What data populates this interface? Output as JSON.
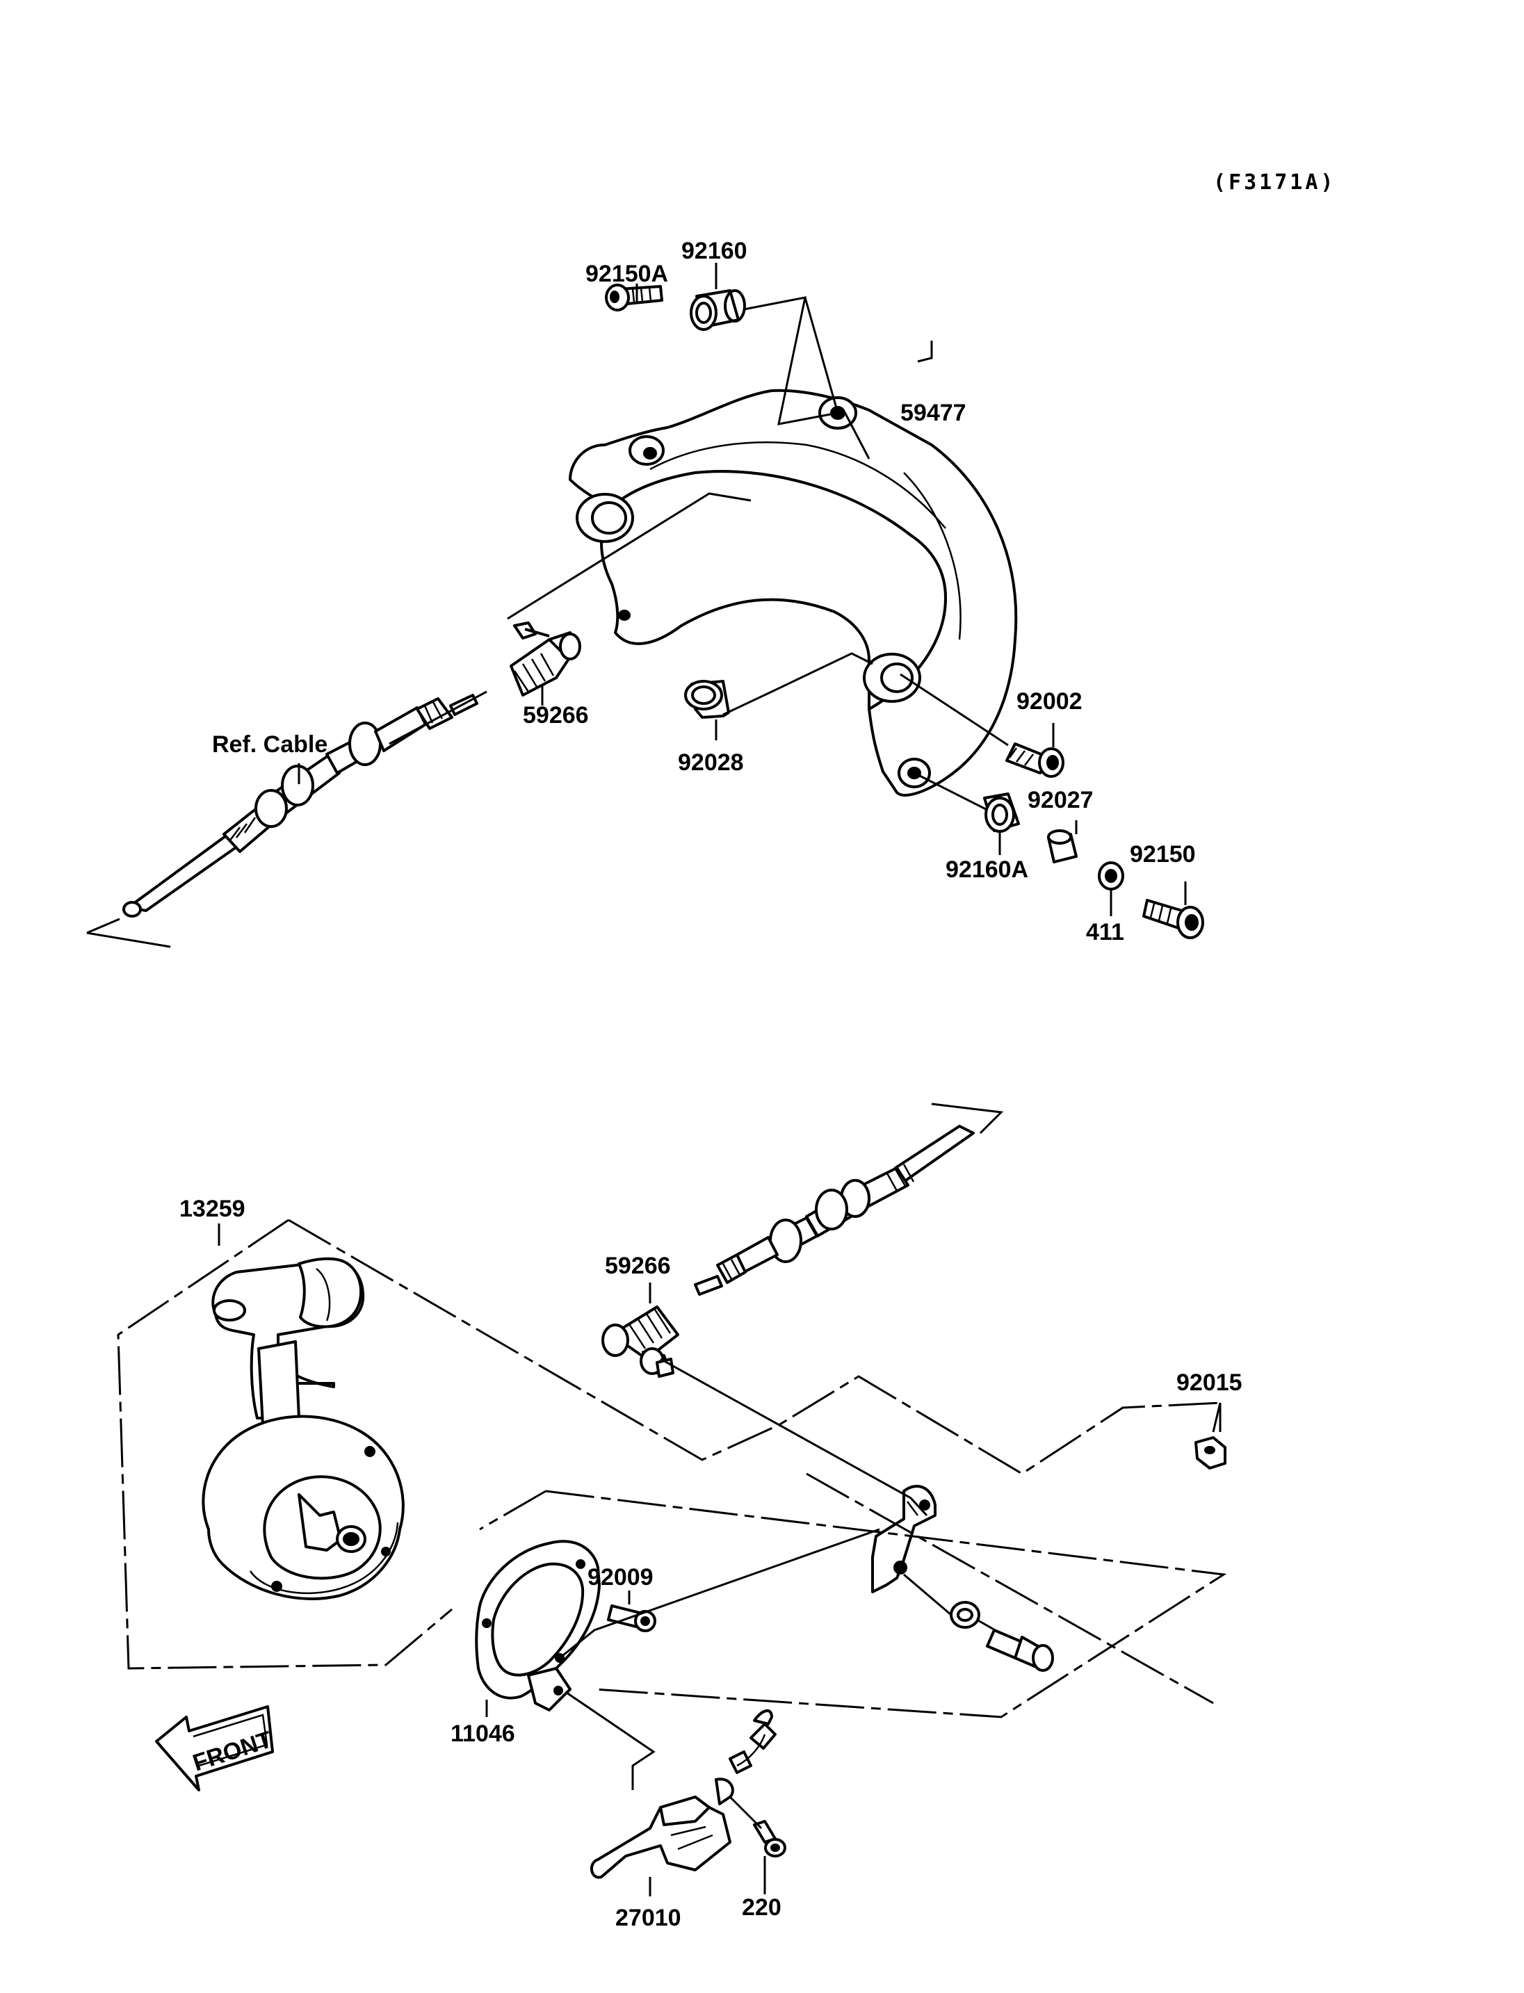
{
  "diagram_code": "(F3171A)",
  "labels": {
    "p92160": "92160",
    "p92150A": "92150A",
    "p59477": "59477",
    "p59266_top": "59266",
    "p92028": "92028",
    "p92002": "92002",
    "p92027": "92027",
    "p92160A": "92160A",
    "p92150": "92150",
    "p411": "411",
    "ref_cable": "Ref. Cable",
    "p13259": "13259",
    "p59266_bottom": "59266",
    "p92015": "92015",
    "p92009": "92009",
    "p11046": "11046",
    "p27010": "27010",
    "p220": "220"
  },
  "front_arrow": "FRONT"
}
